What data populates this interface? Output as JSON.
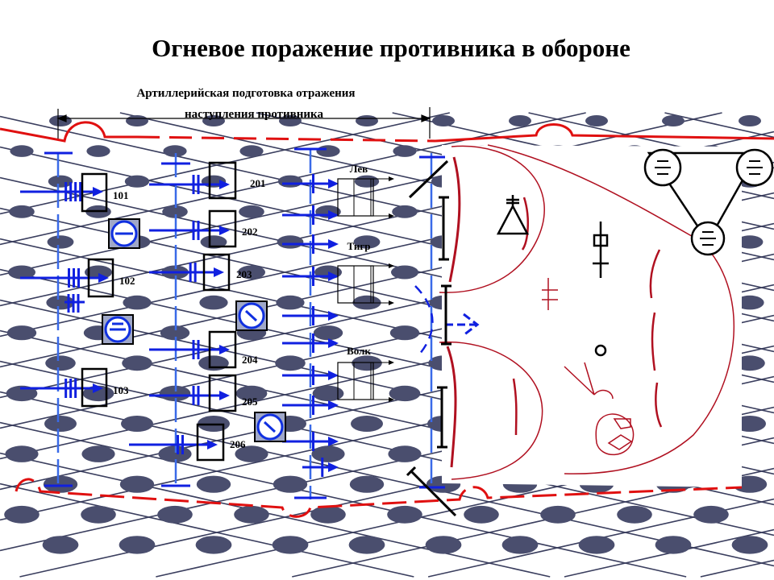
{
  "title": "Огневое поражение противника в обороне",
  "subtitle": {
    "line1": "Артиллерийская подготовка отражения",
    "line2": "наступления противника"
  },
  "units": [
    "101",
    "102",
    "103",
    "201",
    "202",
    "203",
    "204",
    "205",
    "206"
  ],
  "groups": [
    "Лев",
    "Тигр",
    "Волк"
  ],
  "colors": {
    "mesh": "#4a4e6e",
    "friendly": "#0a18e0",
    "enemy": "#c0101a",
    "border": "#e01010"
  }
}
